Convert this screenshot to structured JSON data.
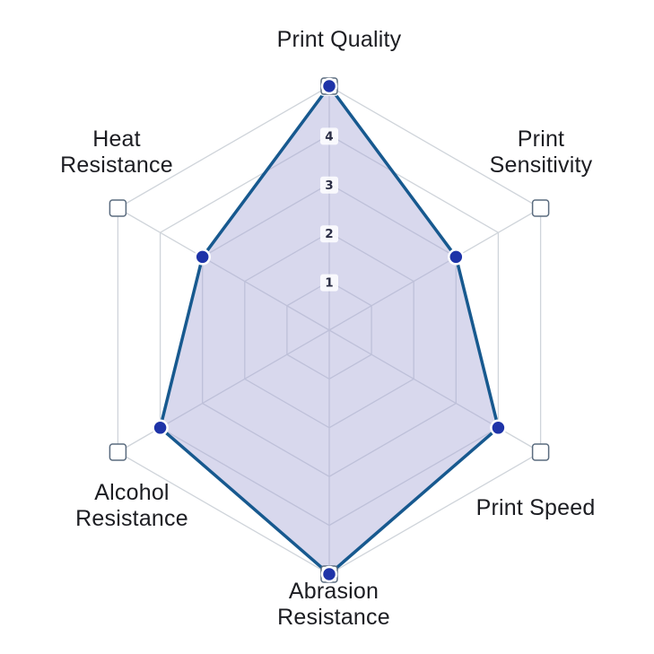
{
  "chart_data": {
    "type": "radar",
    "categories": [
      "Print Quality",
      "Print Sensitivity",
      "Print Speed",
      "Abrasion Resistance",
      "Alcohol Resistance",
      "Heat Resistance"
    ],
    "category_lines": [
      [
        "Print Quality"
      ],
      [
        "Print",
        "Sensitivity"
      ],
      [
        "Print Speed"
      ],
      [
        "Abrasion",
        "Resistance"
      ],
      [
        "Alcohol",
        "Resistance"
      ],
      [
        "Heat",
        "Resistance"
      ]
    ],
    "series": [
      {
        "values": [
          5,
          3,
          4,
          5,
          4,
          3
        ]
      }
    ],
    "rlim": [
      0,
      5
    ],
    "ticks": [
      1,
      2,
      3,
      4,
      5
    ],
    "grid": true,
    "colors": {
      "area_fill": "#a8a8d7",
      "line": "#17598f",
      "point": "#1e33a8",
      "grid": "#cfd4da"
    }
  }
}
